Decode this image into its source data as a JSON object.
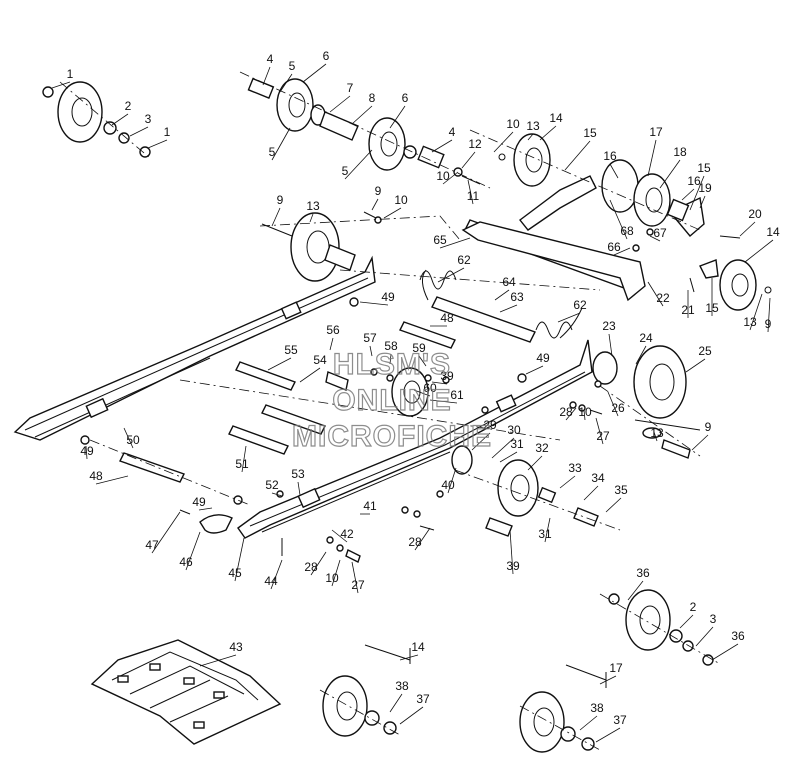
{
  "watermark": {
    "line1": "HLSM'S",
    "line2": "ONLINE",
    "line3": "MICROFICHE"
  },
  "callouts": [
    "1",
    "2",
    "3",
    "4",
    "5",
    "6",
    "7",
    "8",
    "9",
    "10",
    "11",
    "12",
    "13",
    "14",
    "15",
    "16",
    "17",
    "18",
    "19",
    "20",
    "21",
    "22",
    "23",
    "24",
    "25",
    "26",
    "27",
    "28",
    "29",
    "30",
    "31",
    "32",
    "33",
    "34",
    "35",
    "36",
    "37",
    "38",
    "39",
    "40",
    "41",
    "42",
    "43",
    "44",
    "45",
    "46",
    "47",
    "48",
    "49",
    "50",
    "51",
    "52",
    "53",
    "54",
    "55",
    "56",
    "57",
    "58",
    "59",
    "60",
    "61",
    "62",
    "63",
    "64",
    "65",
    "66",
    "67",
    "68"
  ]
}
